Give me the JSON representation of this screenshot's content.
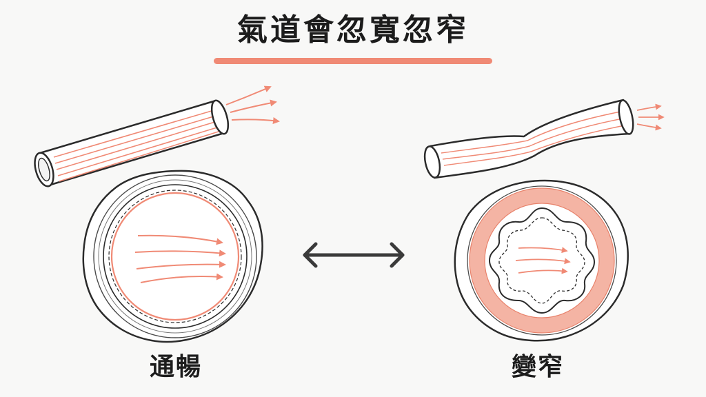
{
  "title": "氣道會忽寬忽窄",
  "labels": {
    "open": "通暢",
    "narrowed": "變窄"
  },
  "colors": {
    "accent": "#f08a75",
    "ink": "#2b2b2b",
    "arrow": "#3a3a3a",
    "muscle": "#f4b4a4"
  },
  "icons": {
    "compare": "double-headed-arrow-icon"
  }
}
